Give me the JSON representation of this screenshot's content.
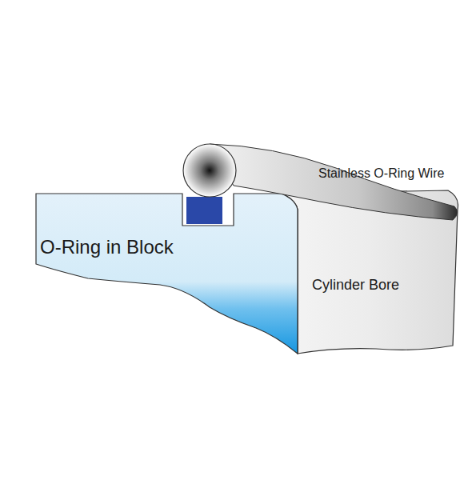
{
  "diagram": {
    "labels": [
      "Stainless O-Ring Wire",
      "O-Ring in Block",
      "Cylinder Bore"
    ]
  }
}
